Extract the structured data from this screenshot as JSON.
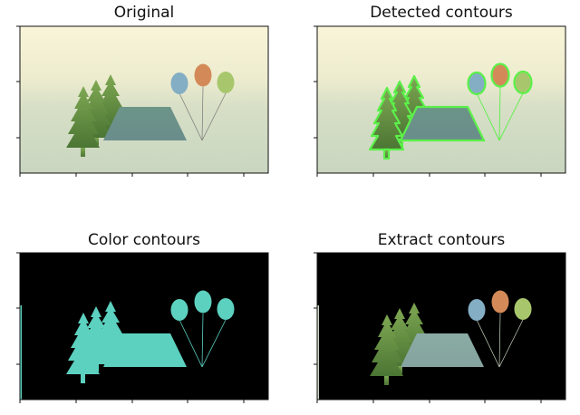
{
  "figure": {
    "panels": [
      {
        "id": "original",
        "title": "Original"
      },
      {
        "id": "detected",
        "title": "Detected contours"
      },
      {
        "id": "color",
        "title": "Color contours"
      },
      {
        "id": "extract",
        "title": "Extract contours"
      }
    ]
  },
  "colors": {
    "sky_top": "#f8f5d9",
    "sky_bottom": "#c9d6c0",
    "tree_dark": "#4f7a34",
    "tree_light": "#7fa853",
    "trapezoid": "#6d9289",
    "balloon_blue": "#83aec4",
    "balloon_orange": "#d38a58",
    "balloon_green": "#a8c76d",
    "contour_green": "#5cf04a",
    "cyan_fill": "#5cd1bf",
    "black": "#000000"
  },
  "icons": [
    "tree-icon",
    "balloon-icon",
    "trapezoid-shape"
  ]
}
